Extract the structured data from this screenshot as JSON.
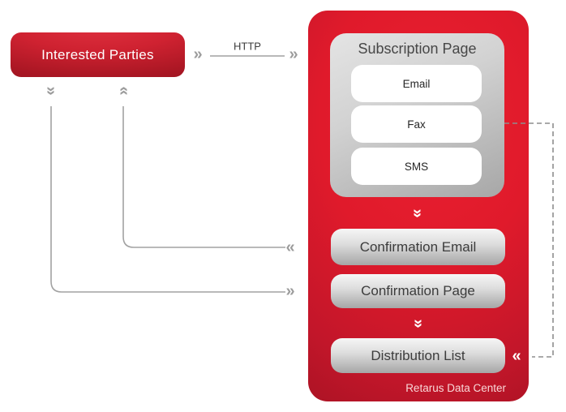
{
  "nodes": {
    "interested_parties": "Interested Parties",
    "subscription_page_title": "Subscription Page",
    "channels": [
      "Email",
      "Fax",
      "SMS"
    ],
    "confirmation_email": "Confirmation Email",
    "confirmation_page": "Confirmation Page",
    "distribution_list": "Distribution List",
    "data_center": "Retarus Data Center"
  },
  "labels": {
    "http": "HTTP"
  },
  "icons": {
    "double_chevron_right": "»",
    "double_chevron_left": "«",
    "double_chevron_down": "»",
    "double_chevron_up": "»"
  },
  "colors": {
    "brand_red_bright": "#e01a2b",
    "brand_red_dark": "#9b1120",
    "panel_gray_light": "#e4e4e4",
    "panel_gray_dark": "#a6a6a6",
    "connector_gray": "#a2a2a2",
    "chevron_gray": "#9c9c9c",
    "text_dark": "#3c3c3c",
    "footer_text": "#f9d7d7"
  }
}
